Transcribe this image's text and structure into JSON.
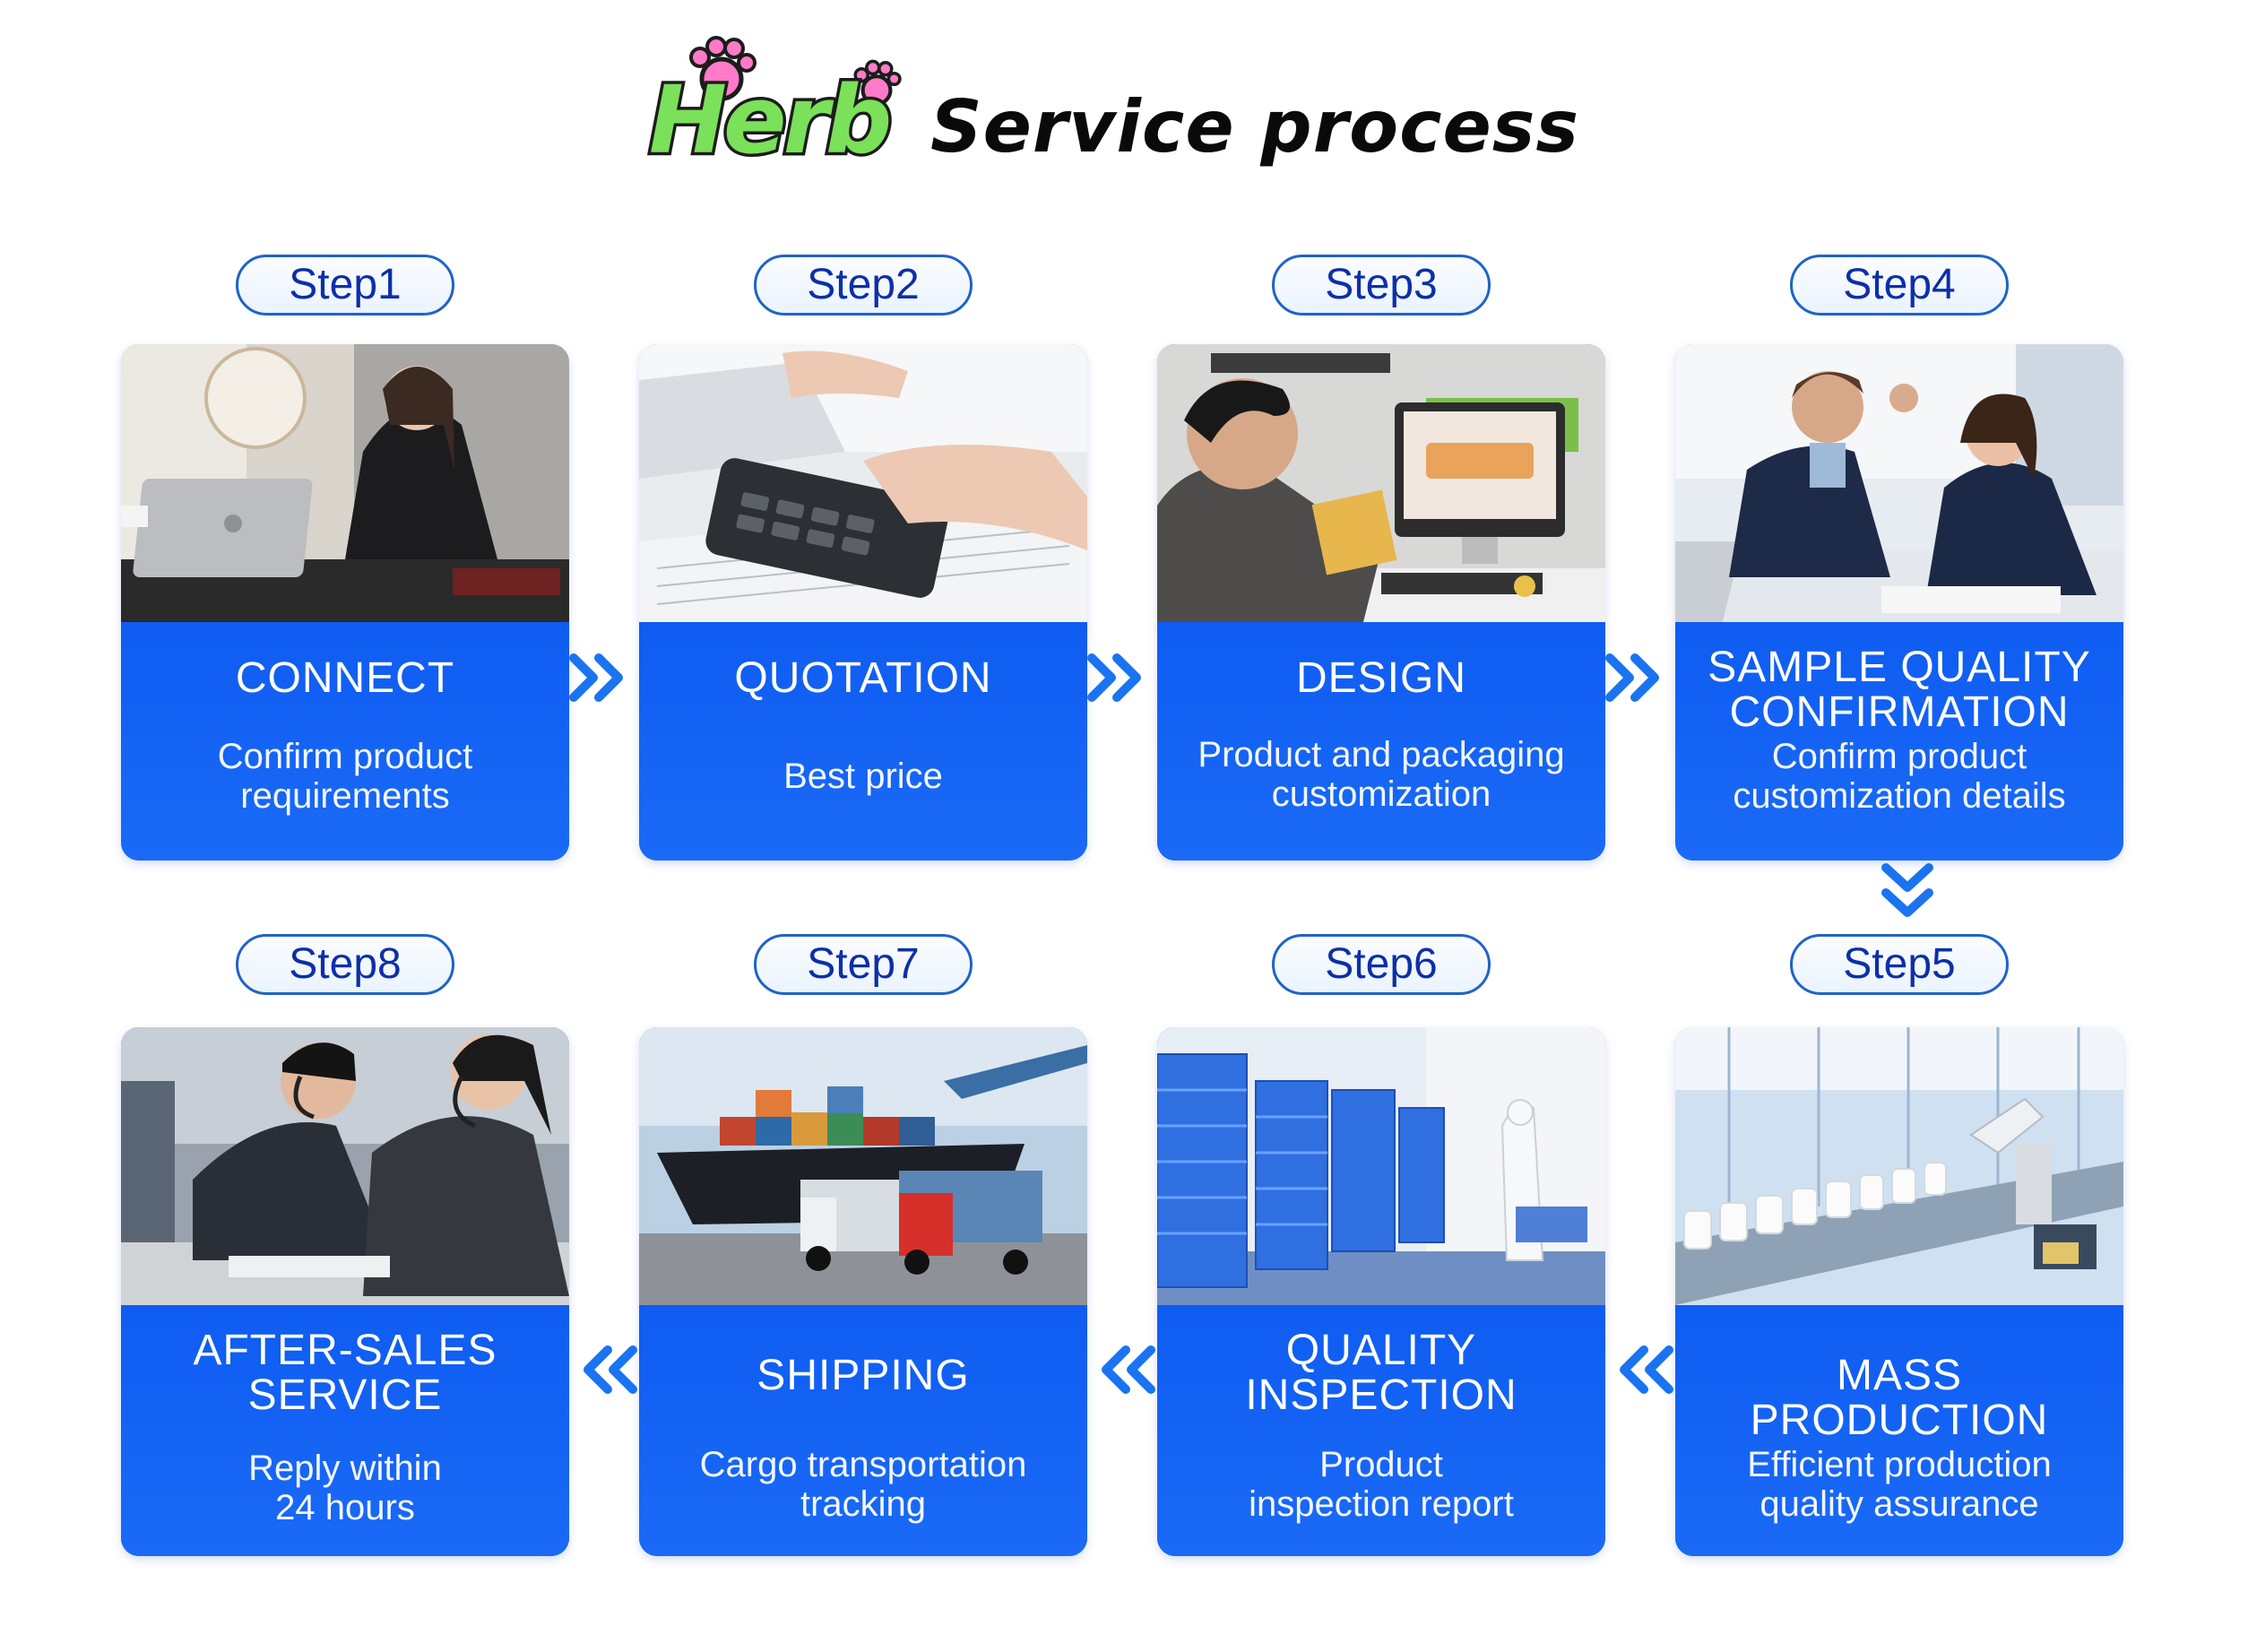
{
  "header": {
    "logo_text": "Herb",
    "title": "Service process"
  },
  "steps": [
    {
      "badge": "Step1",
      "title": "CONNECT",
      "desc": "Confirm product\nrequirements"
    },
    {
      "badge": "Step2",
      "title": "QUOTATION",
      "desc": "Best price"
    },
    {
      "badge": "Step3",
      "title": "DESIGN",
      "desc": "Product and packaging\ncustomization"
    },
    {
      "badge": "Step4",
      "title": "SAMPLE QUALITY\nCONFIRMATION",
      "desc": "Confirm product\ncustomization details"
    },
    {
      "badge": "Step5",
      "title": "MASS PRODUCTION",
      "desc": "Efficient production\nquality assurance"
    },
    {
      "badge": "Step6",
      "title": "QUALITY\nINSPECTION",
      "desc": "Product\ninspection report"
    },
    {
      "badge": "Step7",
      "title": "SHIPPING",
      "desc": "Cargo transportation\ntracking"
    },
    {
      "badge": "Step8",
      "title": "AFTER-SALES\nSERVICE",
      "desc": "Reply within\n24 hours"
    }
  ],
  "colors": {
    "panel_blue": "#1460f0",
    "badge_text": "#0d2fa8",
    "arrow_blue": "#1a73f0",
    "logo_green": "#7be05a",
    "paw_pink": "#ff78c8"
  },
  "icons": [
    "paw-print-icon",
    "double-chevron-right-icon",
    "double-chevron-down-icon",
    "double-chevron-left-icon"
  ]
}
